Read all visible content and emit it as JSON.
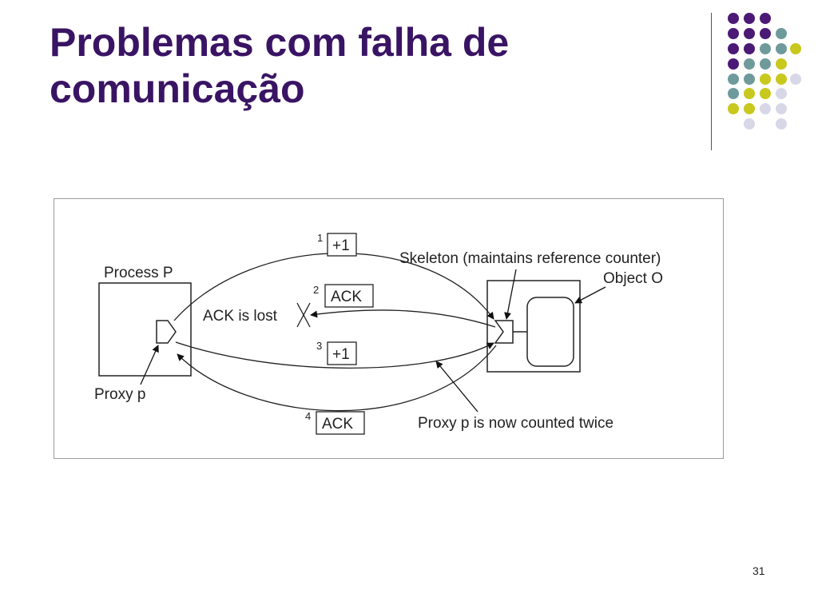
{
  "slide": {
    "title_lines": [
      "Problemas com falha de",
      "comunicação"
    ],
    "page_number": "31"
  },
  "decoration": {
    "dot_colors": {
      "purple": "#4b1a76",
      "teal": "#6f9a9c",
      "yellow": "#c8c81e",
      "lavender": "#d7d7e8"
    }
  },
  "diagram": {
    "process_label": "Process P",
    "object_label": "Object O",
    "skeleton_label": "Skeleton (maintains reference counter)",
    "proxy_label": "Proxy p",
    "lost_label": "ACK is lost",
    "twice_label": "Proxy p is now counted twice",
    "messages": [
      {
        "step": "1",
        "text": "+1"
      },
      {
        "step": "2",
        "text": "ACK"
      },
      {
        "step": "3",
        "text": "+1"
      },
      {
        "step": "4",
        "text": "ACK"
      }
    ]
  }
}
